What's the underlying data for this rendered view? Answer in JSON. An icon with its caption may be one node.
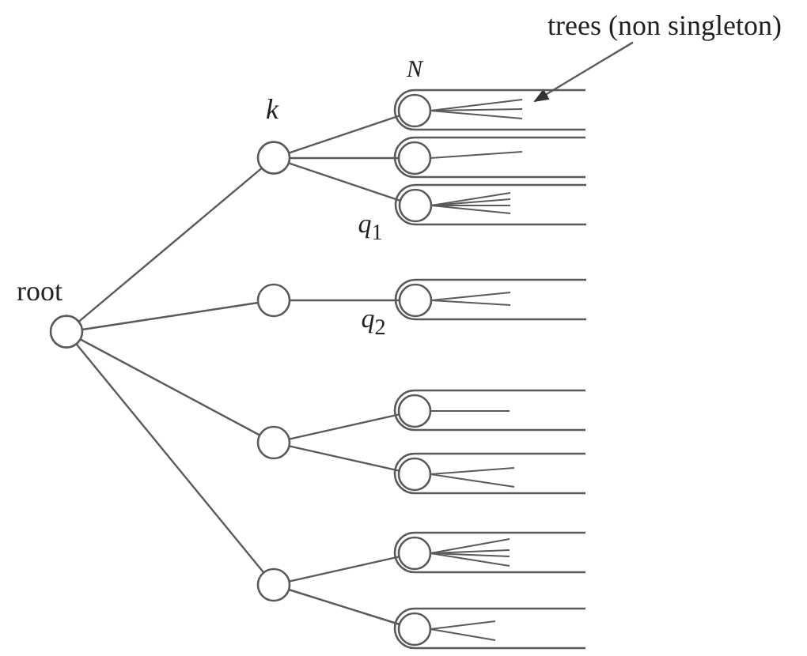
{
  "diagram": {
    "nodes": [
      {
        "text": [
          "root"
        ]
      },
      {
        "text": [
          "k"
        ]
      },
      {
        "text": [],
        "shape": "circle"
      },
      {
        "text": [],
        "shape": "circle"
      },
      {
        "text": [],
        "shape": "circle"
      },
      {
        "text": [
          "N"
        ]
      },
      {
        "text": [],
        "shape": "circle"
      },
      {
        "text": [
          "*q*$_{1}$"
        ]
      },
      {
        "text": [
          "*q*$_{2}$"
        ]
      },
      {
        "text": [],
        "shape": "circle"
      },
      {
        "text": [],
        "shape": "circle"
      },
      {
        "text": [],
        "shape": "circle"
      },
      {
        "text": [],
        "shape": "circle"
      },
      {
        "text": [
          "trees (non singleton)"
        ]
      }
    ],
    "edges": [
      {
        "from": 0,
        "to": 1,
        "arrow": "none"
      },
      {
        "from": 0,
        "to": 2,
        "arrow": "none"
      },
      {
        "from": 0,
        "to": 3,
        "arrow": "none"
      },
      {
        "from": 0,
        "to": 4,
        "arrow": "none"
      },
      {
        "from": 1,
        "to": 5,
        "arrow": "none"
      },
      {
        "from": 1,
        "to": 6,
        "arrow": "none"
      },
      {
        "from": 1,
        "to": 7,
        "arrow": "none"
      },
      {
        "from": 2,
        "to": 8,
        "arrow": "none"
      },
      {
        "from": 3,
        "to": 9,
        "arrow": "none"
      },
      {
        "from": 3,
        "to": 10,
        "arrow": "none"
      },
      {
        "from": 4,
        "to": 11,
        "arrow": "none"
      },
      {
        "from": 4,
        "to": 12,
        "arrow": "none"
      },
      {
        "from": 13,
        "to": 5,
        "arrow": "to"
      }
    ]
  }
}
